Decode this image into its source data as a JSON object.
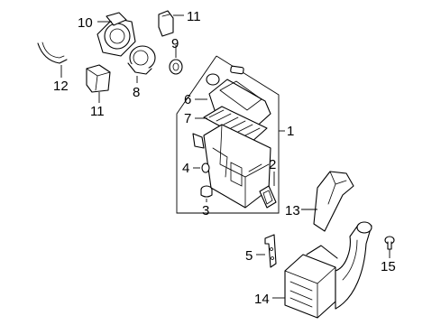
{
  "callouts": [
    {
      "id": "c1",
      "text": "1"
    },
    {
      "id": "c2",
      "text": "2"
    },
    {
      "id": "c3",
      "text": "3"
    },
    {
      "id": "c4",
      "text": "4"
    },
    {
      "id": "c5",
      "text": "5"
    },
    {
      "id": "c6",
      "text": "6"
    },
    {
      "id": "c7",
      "text": "7"
    },
    {
      "id": "c8",
      "text": "8"
    },
    {
      "id": "c9",
      "text": "9"
    },
    {
      "id": "c10",
      "text": "10"
    },
    {
      "id": "c11a",
      "text": "11"
    },
    {
      "id": "c11b",
      "text": "11"
    },
    {
      "id": "c12",
      "text": "12"
    },
    {
      "id": "c13",
      "text": "13"
    },
    {
      "id": "c14",
      "text": "14"
    },
    {
      "id": "c15",
      "text": "15"
    }
  ],
  "colors": {
    "line": "#000000",
    "background": "#ffffff",
    "shade": "#d9d9d9"
  }
}
